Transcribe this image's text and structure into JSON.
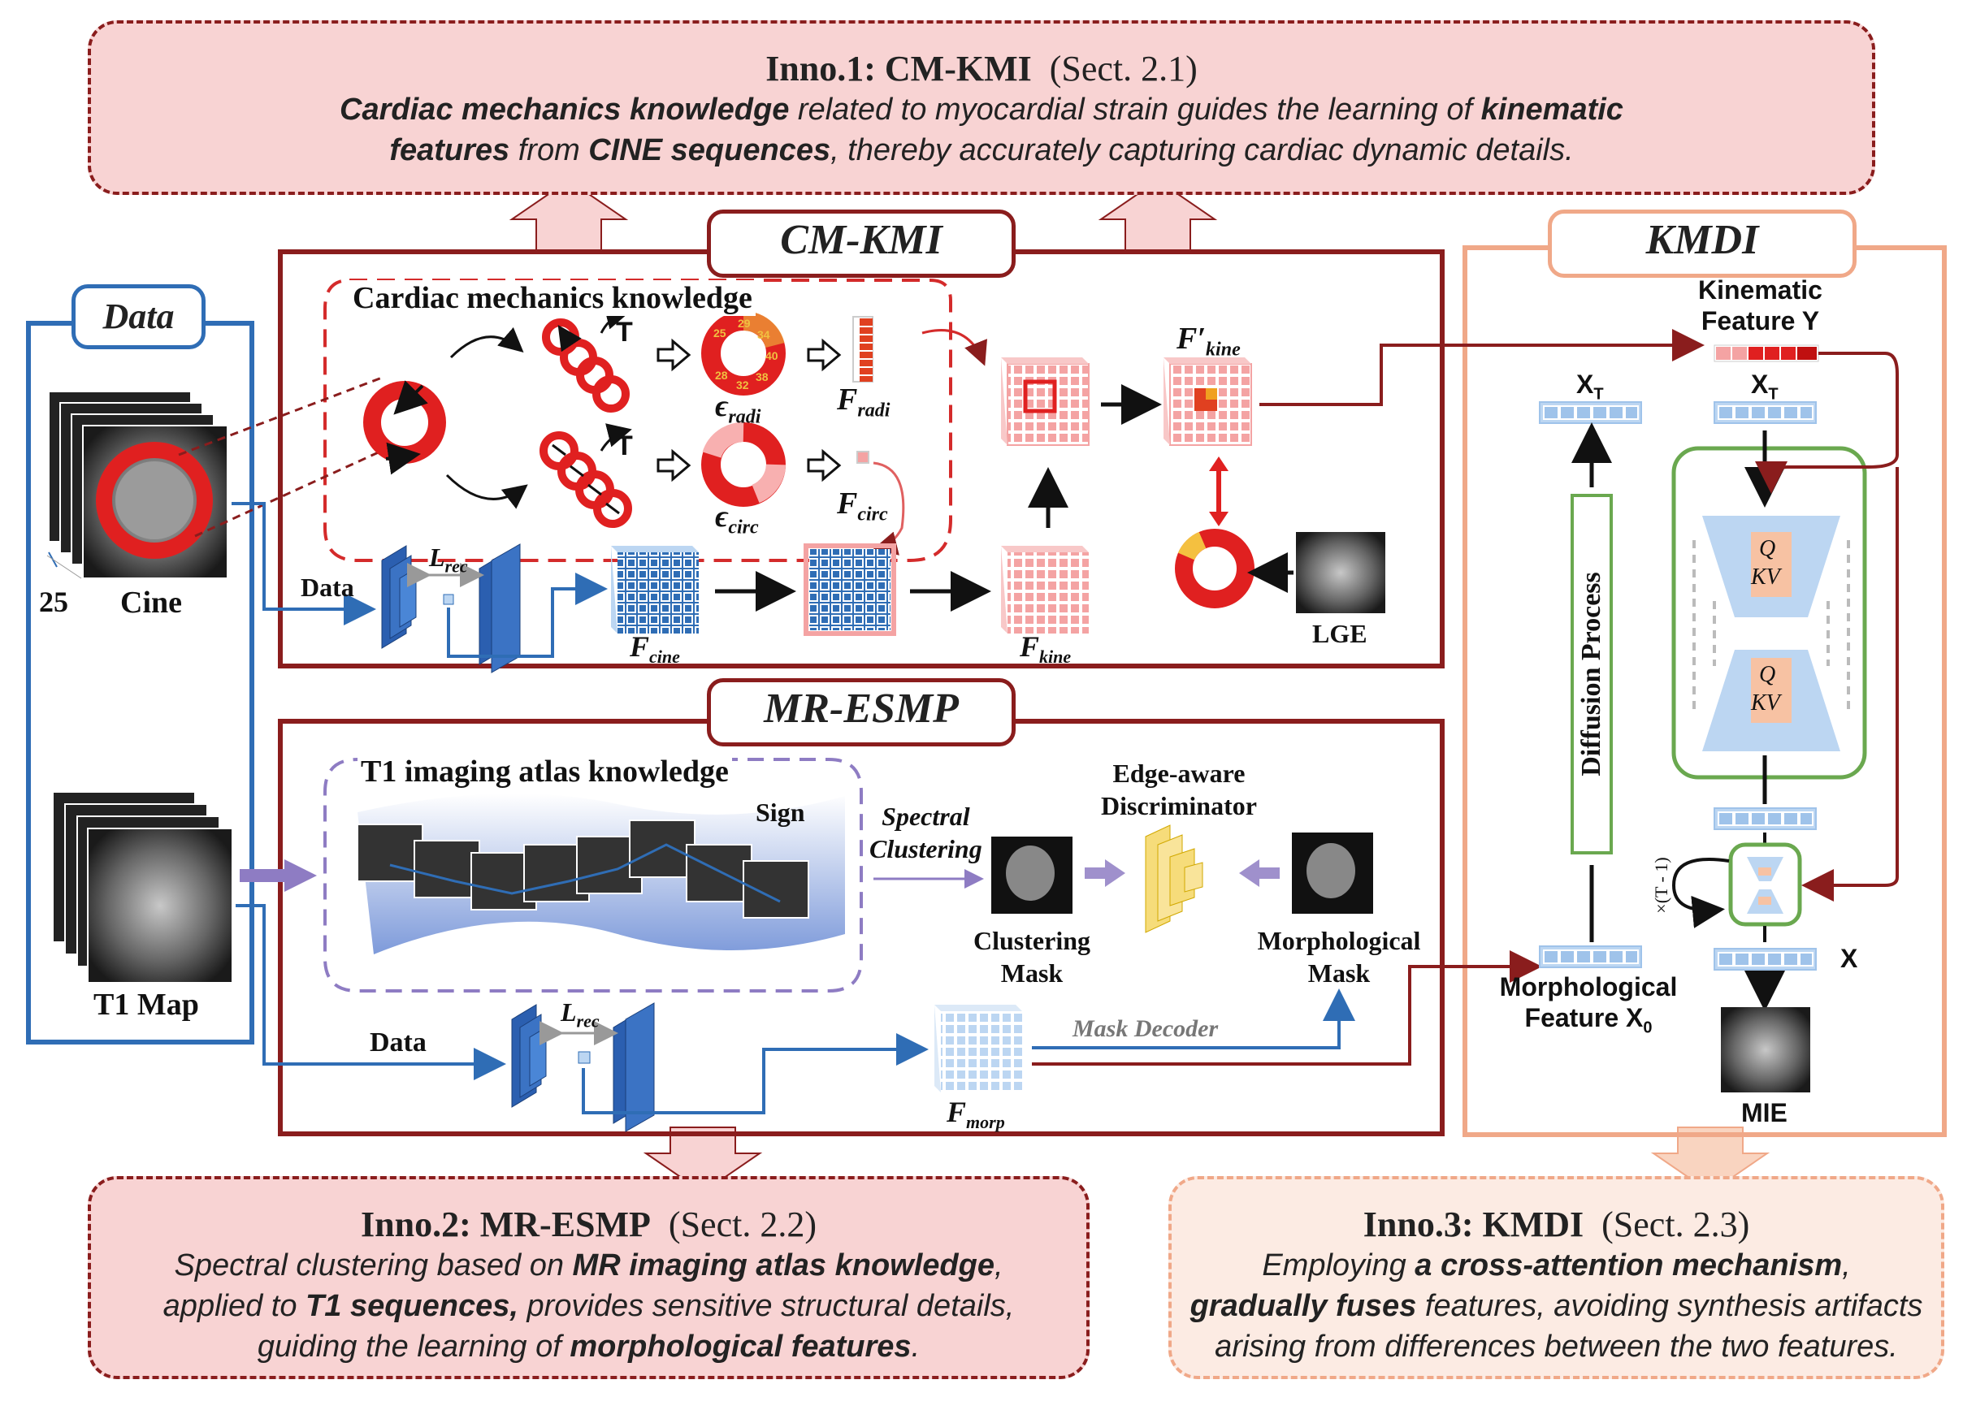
{
  "inno1": {
    "title": "Inno.1: CM-KMI",
    "sect": "(Sect. 2.1)",
    "line1_b1": "Cardiac mechanics knowledge",
    "line1_t1": " related to myocardial strain guides the learning of ",
    "line1_b2": "kinematic",
    "line2_b1": "features",
    "line2_t1": " from ",
    "line2_b2": "CINE sequences",
    "line2_t2": ", thereby accurately capturing cardiac dynamic details."
  },
  "inno2": {
    "title": "Inno.2: MR-ESMP",
    "sect": "(Sect. 2.2)",
    "line1_t1": "Spectral clustering based on ",
    "line1_b1": "MR imaging atlas knowledge",
    "line1_t2": ",",
    "line2_t1": "applied to ",
    "line2_b1": "T1 sequences,",
    "line2_t2": "  provides sensitive structural details,",
    "line3_t1": "guiding the learning of ",
    "line3_b1": "morphological features",
    "line3_t2": "."
  },
  "inno3": {
    "title": "Inno.3: KMDI",
    "sect": "(Sect. 2.3)",
    "line1_t1": "Employing ",
    "line1_b1": "a cross-attention mechanism",
    "line1_t2": ",",
    "line2_b1": "gradually fuses",
    "line2_t1": " features, avoiding synthesis artifacts",
    "line3_t1": "arising from differences between the two features."
  },
  "tags": {
    "cmkmi": "CM-KMI",
    "mresmp": "MR-ESMP",
    "kmdi": "KMDI",
    "data": "Data"
  },
  "data_panel": {
    "count": "25",
    "cine": "Cine",
    "t1map": "T1 Map"
  },
  "cmkmi": {
    "knowledge_title": "Cardiac mechanics knowledge",
    "t1": "T",
    "t2": "T",
    "eps_radi": "ϵ",
    "eps_radi_sub": "radi",
    "eps_circ": "ϵ",
    "eps_circ_sub": "circ",
    "f_radi": "F",
    "f_radi_sub": "radi",
    "f_circ": "F",
    "f_circ_sub": "circ",
    "f_kine_prime": "F′",
    "f_kine_prime_sub": "kine",
    "data_label": "Data",
    "lrec": "L",
    "lrec_sub": "rec",
    "f_cine": "F",
    "f_cine_sub": "cine",
    "f_kine": "F",
    "f_kine_sub": "kine",
    "lge": "LGE",
    "segments": [
      "25",
      "29",
      "34",
      "40",
      "38",
      "32",
      "28"
    ]
  },
  "mresmp": {
    "atlas_title": "T1 imaging atlas knowledge",
    "sign": "Sign",
    "spectral1": "Spectral",
    "spectral2": "Clustering",
    "edge1": "Edge-aware",
    "edge2": "Discriminator",
    "clustering1": "Clustering",
    "clustering2": "Mask",
    "morph1": "Morphological",
    "morph2": "Mask",
    "data_label": "Data",
    "lrec": "L",
    "lrec_sub": "rec",
    "mask_decoder": "Mask Decoder",
    "f_morp": "F",
    "f_morp_sub": "morp"
  },
  "kmdi": {
    "kinematic1": "Kinematic",
    "kinematic2": "Feature Y",
    "xt_left": "X",
    "xt_left_sub": "T",
    "xt_right": "X",
    "xt_right_sub": "T",
    "diffusion": "Diffusion Process",
    "q1": "Q",
    "kv1": "KV",
    "q2": "Q",
    "kv2": "KV",
    "loop": "×(T - 1)",
    "x": "X",
    "morph1": "Morphological",
    "morph2": "Feature X",
    "morph2_sub": "0",
    "mie": "MIE"
  },
  "colors": {
    "dark_red": "#8a1d1d",
    "blue": "#2f6db5",
    "orange": "#f0a888",
    "green": "#6aa84f",
    "purple": "#8e7cc3",
    "pink_fill": "#f8d3d3"
  }
}
